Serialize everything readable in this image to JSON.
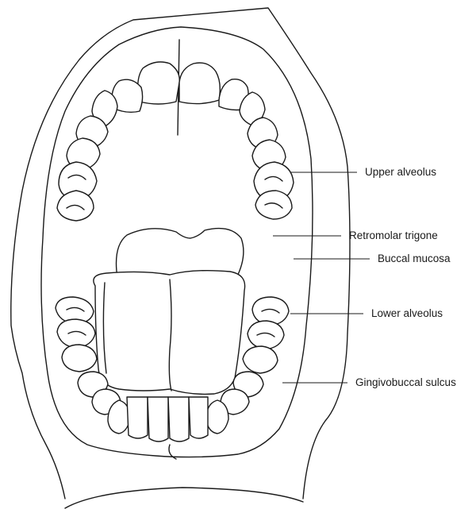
{
  "labels": {
    "upper_alveolus": "Upper alveolus",
    "retromolar_trigone": "Retromolar trigone",
    "buccal_mucosa": "Buccal mucosa",
    "lower_alveolus": "Lower alveolus",
    "gingivobuccal_sulcus": "Gingivobuccal sulcus"
  }
}
